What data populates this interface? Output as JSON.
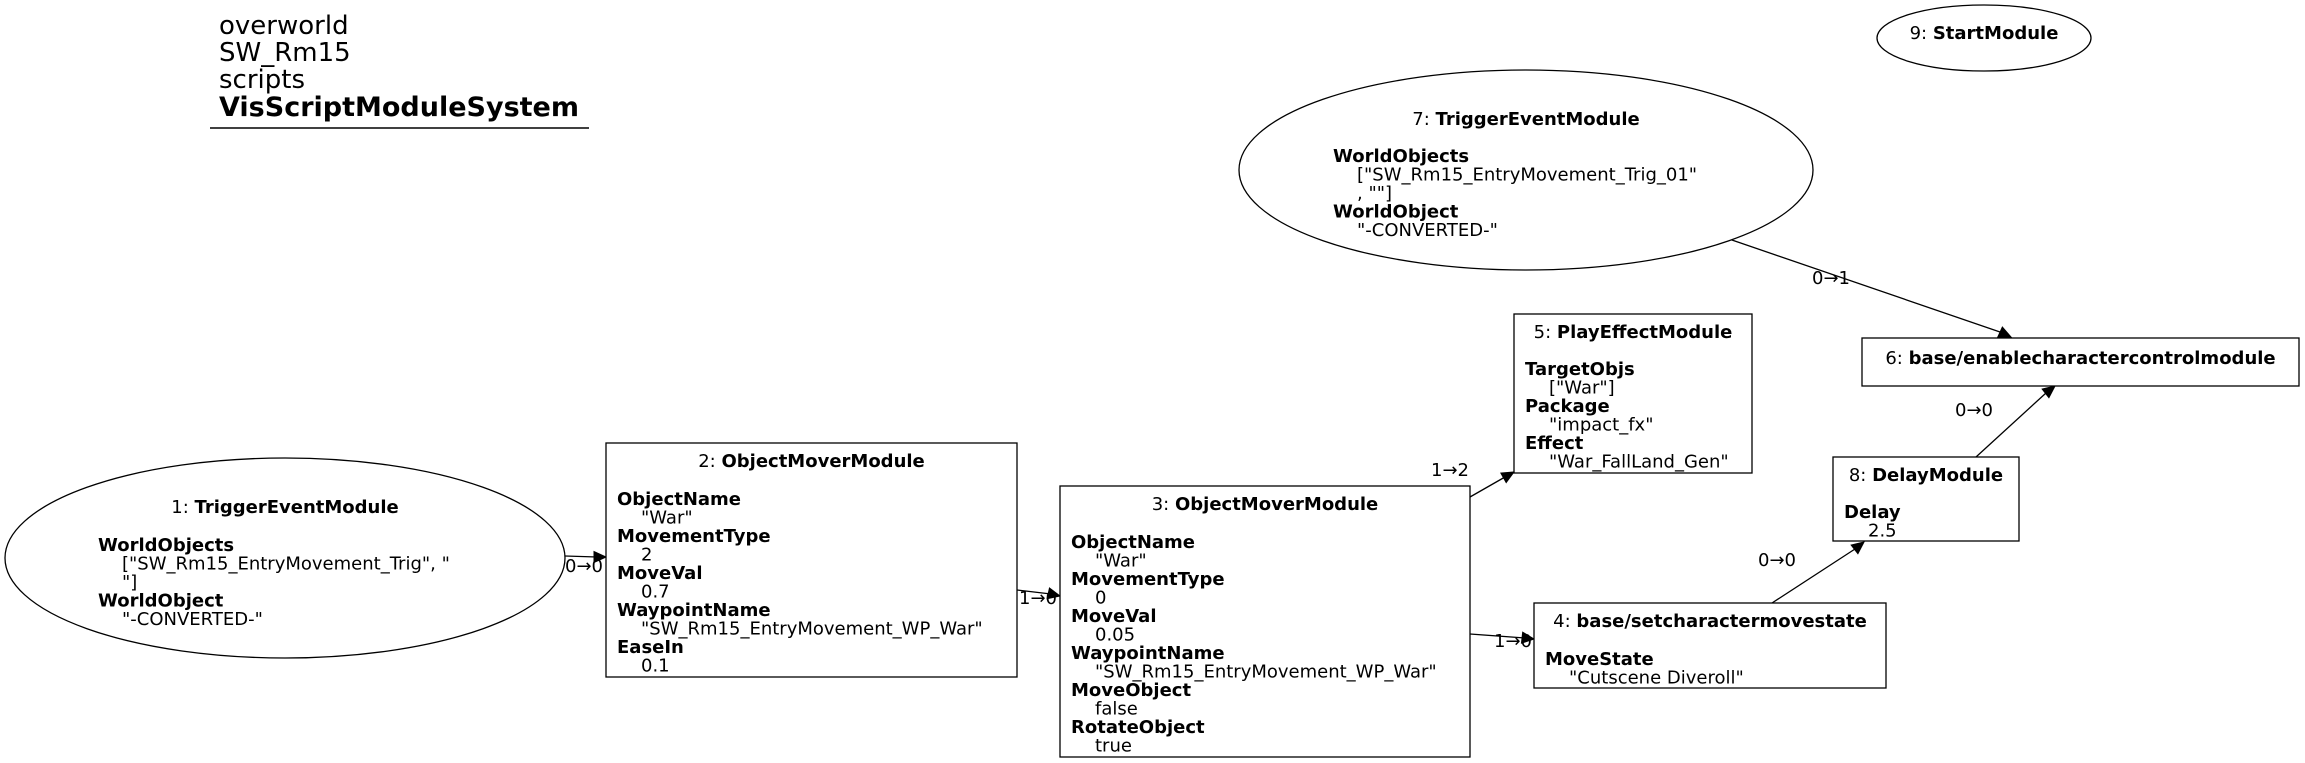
{
  "header": {
    "path": [
      "overworld",
      "SW_Rm15",
      "scripts"
    ],
    "title": "VisScriptModuleSystem"
  },
  "nodes": [
    {
      "id": "n1",
      "num": "1: ",
      "type": "TriggerEventModule",
      "props": [
        {
          "key": "WorldObjects",
          "lines": [
            "[\"SW_Rm15_EntryMovement_Trig\", \"",
            "\"]"
          ]
        },
        {
          "key": "WorldObject",
          "lines": [
            "\"-CONVERTED-\""
          ]
        }
      ]
    },
    {
      "id": "n2",
      "num": "2: ",
      "type": "ObjectMoverModule",
      "props": [
        {
          "key": "ObjectName",
          "lines": [
            "\"War\""
          ]
        },
        {
          "key": "MovementType",
          "lines": [
            "2"
          ]
        },
        {
          "key": "MoveVal",
          "lines": [
            "0.7"
          ]
        },
        {
          "key": "WaypointName",
          "lines": [
            "\"SW_Rm15_EntryMovement_WP_War\""
          ]
        },
        {
          "key": "EaseIn",
          "lines": [
            "0.1"
          ]
        }
      ]
    },
    {
      "id": "n3",
      "num": "3: ",
      "type": "ObjectMoverModule",
      "props": [
        {
          "key": "ObjectName",
          "lines": [
            "\"War\""
          ]
        },
        {
          "key": "MovementType",
          "lines": [
            "0"
          ]
        },
        {
          "key": "MoveVal",
          "lines": [
            "0.05"
          ]
        },
        {
          "key": "WaypointName",
          "lines": [
            "\"SW_Rm15_EntryMovement_WP_War\""
          ]
        },
        {
          "key": "MoveObject",
          "lines": [
            "false"
          ]
        },
        {
          "key": "RotateObject",
          "lines": [
            "true"
          ]
        }
      ]
    },
    {
      "id": "n4",
      "num": "4: ",
      "type": "base/setcharactermovestate",
      "props": [
        {
          "key": "MoveState",
          "lines": [
            "\"Cutscene Diveroll\""
          ]
        }
      ]
    },
    {
      "id": "n5",
      "num": "5: ",
      "type": "PlayEffectModule",
      "props": [
        {
          "key": "TargetObjs",
          "lines": [
            "[\"War\"]"
          ]
        },
        {
          "key": "Package",
          "lines": [
            "\"impact_fx\""
          ]
        },
        {
          "key": "Effect",
          "lines": [
            "\"War_FallLand_Gen\""
          ]
        }
      ]
    },
    {
      "id": "n6",
      "num": "6: ",
      "type": "base/enablecharactercontrolmodule",
      "props": []
    },
    {
      "id": "n7",
      "num": "7: ",
      "type": "TriggerEventModule",
      "props": [
        {
          "key": "WorldObjects",
          "lines": [
            "[\"SW_Rm15_EntryMovement_Trig_01\"",
            ", \"\"]"
          ]
        },
        {
          "key": "WorldObject",
          "lines": [
            "\"-CONVERTED-\""
          ]
        }
      ]
    },
    {
      "id": "n8",
      "num": "8: ",
      "type": "DelayModule",
      "props": [
        {
          "key": "Delay",
          "lines": [
            "2.5"
          ]
        }
      ]
    },
    {
      "id": "n9",
      "num": "9: ",
      "type": "StartModule",
      "props": []
    }
  ],
  "edges": [
    {
      "id": "e1",
      "from": "n1",
      "to": "n2",
      "label": "0→0"
    },
    {
      "id": "e2",
      "from": "n2",
      "to": "n3",
      "label": "1→0"
    },
    {
      "id": "e3",
      "from": "n3",
      "to": "n5",
      "label": "1→2"
    },
    {
      "id": "e4",
      "from": "n3",
      "to": "n4",
      "label": "1→0"
    },
    {
      "id": "e5",
      "from": "n4",
      "to": "n8",
      "label": "0→0"
    },
    {
      "id": "e6",
      "from": "n8",
      "to": "n6",
      "label": "0→0"
    },
    {
      "id": "e7",
      "from": "n7",
      "to": "n6",
      "label": "0→1"
    }
  ]
}
